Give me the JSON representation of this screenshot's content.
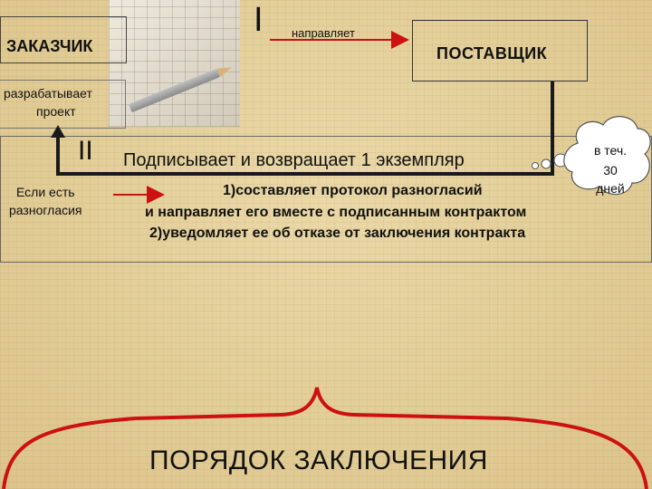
{
  "top": {
    "customer_label": "ЗАКАЗЧИК",
    "develops_label_line1": "разрабатывает",
    "develops_label_line2": "проект",
    "stage_one": "I",
    "sends_label": "направляет",
    "supplier_label": "ПОСТАВЩИК"
  },
  "middle": {
    "stage_two": "II",
    "signs_returns": "Подписывает и возвращает 1 экземпляр",
    "if_disagreements_line1": "Если есть",
    "if_disagreements_line2": "разногласия",
    "option1_line1": "1)составляет протокол разногласий",
    "option1_line2": "и направляет его вместе с подписанным контрактом",
    "option2": "2)уведомляет ее об отказе от заключения контракта"
  },
  "callout": {
    "line1": "в теч.",
    "line2": "30",
    "line3": "дней"
  },
  "bottom": {
    "procedure_label": "ПОРЯДОК ЗАКЛЮЧЕНИЯ"
  },
  "colors": {
    "arrow": "#cc1111",
    "brace": "#cc1111",
    "callout_fill": "#ffffff"
  }
}
